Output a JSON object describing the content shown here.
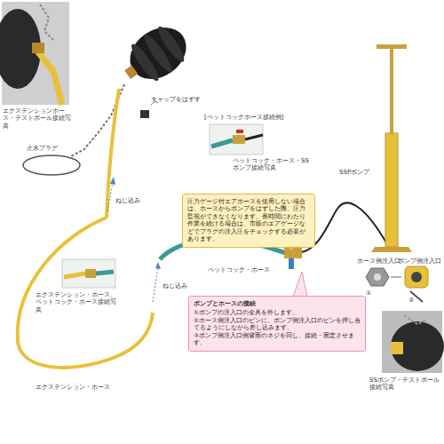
{
  "diagram": {
    "nodes": [
      {
        "text": [
          "圧力ゲージ付エアホースを使用しない場合は、ホースからポンプをはずした際、圧力監視ができなくなります。長時間にわたり作業を続ける場合は、市販のエアゲージなどでプラグの注入圧をチェックする必要があります。"
        ]
      },
      {
        "text": [
          "ポンプとホースの接続",
          "①ポンプの注入口の金具を外します。",
          "②ホース側注入口のピンに、ポンプ側注入口のピンを押し当てるようにしながら差し込みます。",
          "③ポンプ側注入口側背面のネジを回し、接続・固定させます。"
        ]
      }
    ],
    "labels": [
      "エクステンションホース・テストボール接続写真",
      "止水プラグ",
      "キャップをはずす",
      "[ペットコックホース接続例]",
      "ペットコック・ホース・SSポンプ接続写真",
      "SSPポンプ",
      "ねじ込み",
      "ペットコック・ホース",
      "ホース側注入口",
      "ポンプ側注入口",
      "①",
      "②",
      "エクステンション・ホース、ペットコック・ホース接続写真",
      "ねじ込み",
      "エクステンション・ホース",
      "SSポンプ・テストボール接続写真"
    ]
  }
}
